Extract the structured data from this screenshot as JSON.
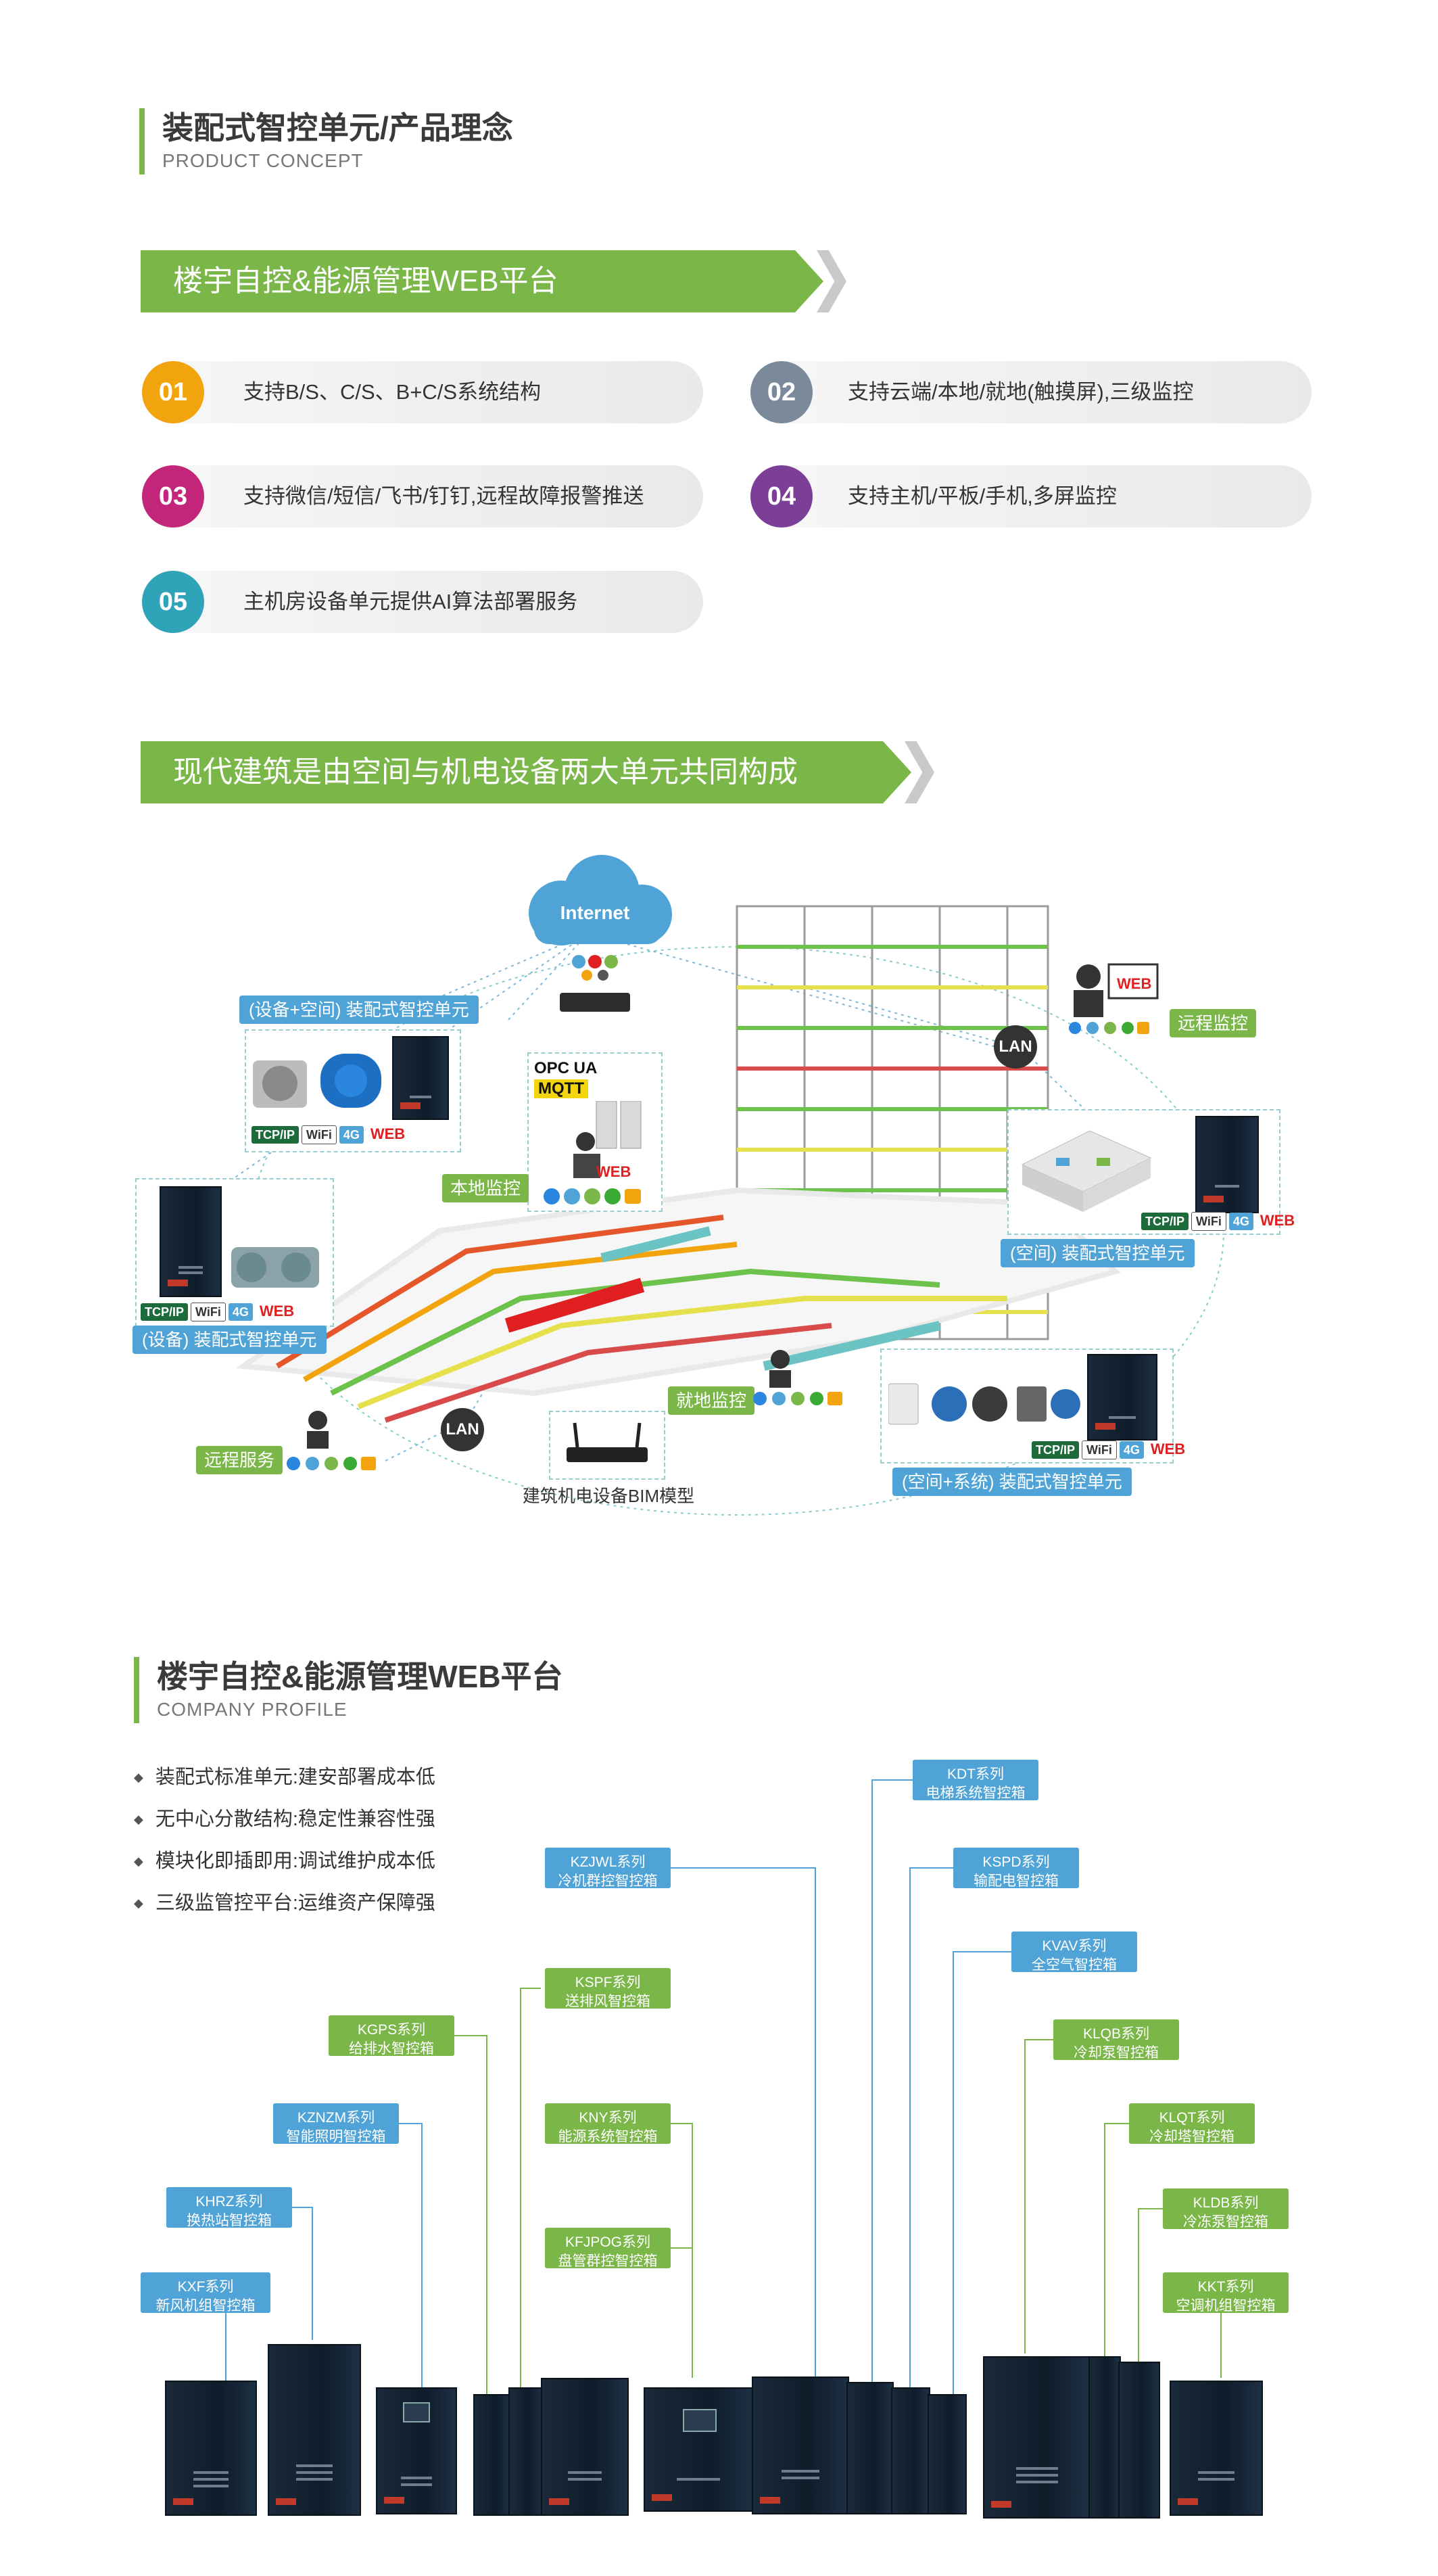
{
  "concept": {
    "title": "装配式智控单元/产品理念",
    "subtitle": "PRODUCT CONCEPT"
  },
  "banner1": "楼宇自控&能源管理WEB平台",
  "features": [
    {
      "num": "01",
      "text": "支持B/S、C/S、B+C/S系统结构",
      "color": "#f2a40f"
    },
    {
      "num": "02",
      "text": "支持云端/本地/就地(触摸屏),三级监控",
      "color": "#7a8a9a"
    },
    {
      "num": "03",
      "text": "支持微信/短信/飞书/钉钉,远程故障报警推送",
      "color": "#c2257a"
    },
    {
      "num": "04",
      "text": "支持主机/平板/手机,多屏监控",
      "color": "#7b3f98"
    },
    {
      "num": "05",
      "text": "主机房设备单元提供AI算法部署服务",
      "color": "#2fa3b8"
    }
  ],
  "banner2": "现代建筑是由空间与机电设备两大单元共同构成",
  "diagram": {
    "internet": "Internet",
    "lan1": "LAN",
    "lan2": "LAN",
    "equip_space_unit": "(设备+空间) 装配式智控单元",
    "equip_unit": "(设备) 装配式智控单元",
    "space_unit": "(空间) 装配式智控单元",
    "space_system_unit": "(空间+系统) 装配式智控单元",
    "local_monitor": "本地监控",
    "remote_monitor": "远程监控",
    "onsite_monitor": "就地监控",
    "remote_service": "远程服务",
    "bim_model": "建筑机电设备BIM模型",
    "opcua": "OPC UA",
    "mqtt": "MQTT",
    "proto_tcp": "TCP/IP",
    "proto_wifi": "WiFi",
    "proto_4g": "4G",
    "proto_web": "WEB"
  },
  "profile": {
    "title": "楼宇自控&能源管理WEB平台",
    "subtitle": "COMPANY PROFILE",
    "bullets": [
      "装配式标准单元:建安部署成本低",
      "无中心分散结构:稳定性兼容性强",
      "模块化即插即用:调试维护成本低",
      "三级监管控平台:运维资产保障强"
    ]
  },
  "series": [
    {
      "l1": "KDT系列",
      "l2": "电梯系统智控箱",
      "c": "b"
    },
    {
      "l1": "KZJWL系列",
      "l2": "冷机群控智控箱",
      "c": "b"
    },
    {
      "l1": "KSPD系列",
      "l2": "输配电智控箱",
      "c": "b"
    },
    {
      "l1": "KVAV系列",
      "l2": "全空气智控箱",
      "c": "b"
    },
    {
      "l1": "KSPF系列",
      "l2": "送排风智控箱",
      "c": "g"
    },
    {
      "l1": "KGPS系列",
      "l2": "给排水智控箱",
      "c": "g"
    },
    {
      "l1": "KLQB系列",
      "l2": "冷却泵智控箱",
      "c": "g"
    },
    {
      "l1": "KZNZM系列",
      "l2": "智能照明智控箱",
      "c": "b"
    },
    {
      "l1": "KNY系列",
      "l2": "能源系统智控箱",
      "c": "g"
    },
    {
      "l1": "KLQT系列",
      "l2": "冷却塔智控箱",
      "c": "g"
    },
    {
      "l1": "KHRZ系列",
      "l2": "换热站智控箱",
      "c": "b"
    },
    {
      "l1": "KLDB系列",
      "l2": "冷冻泵智控箱",
      "c": "g"
    },
    {
      "l1": "KFJPOG系列",
      "l2": "盘管群控智控箱",
      "c": "g"
    },
    {
      "l1": "KXF系列",
      "l2": "新风机组智控箱",
      "c": "b"
    },
    {
      "l1": "KKT系列",
      "l2": "空调机组智控箱",
      "c": "g"
    }
  ]
}
